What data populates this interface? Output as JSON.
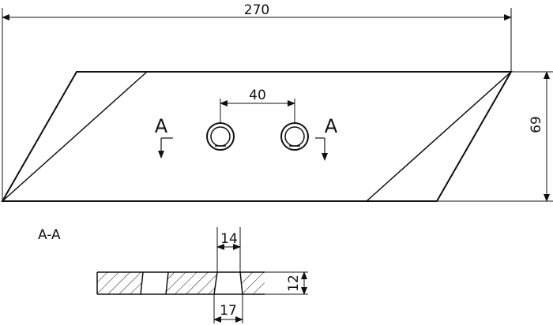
{
  "dimensions": {
    "overall_length": "270",
    "height": "69",
    "hole_spacing": "40",
    "hole_top_width": "14",
    "hole_bottom_width": "17",
    "thickness": "12"
  },
  "section": {
    "marker_left": "A",
    "marker_right": "A",
    "title": "A-A"
  }
}
